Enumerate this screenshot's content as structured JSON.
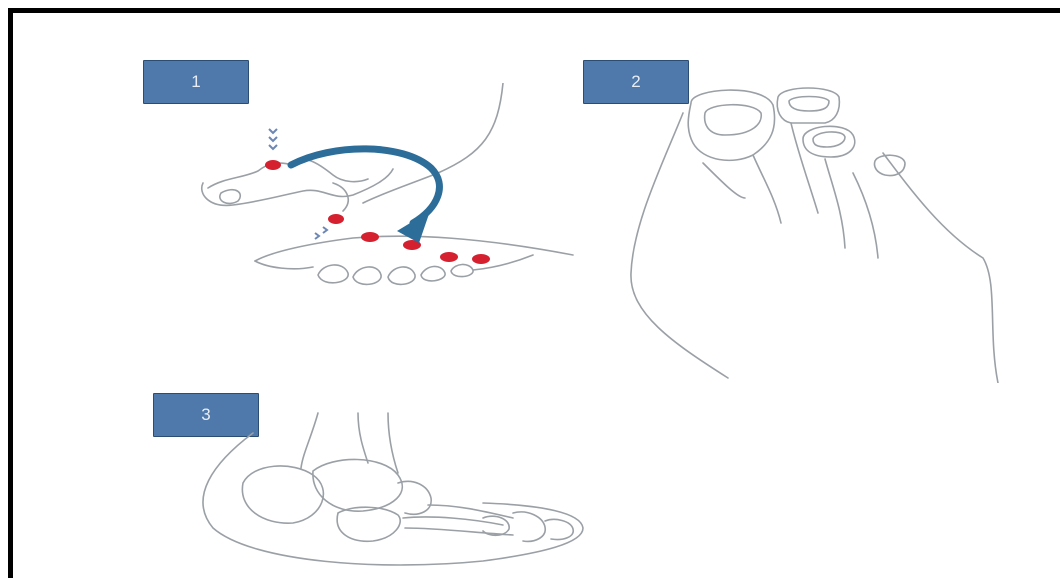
{
  "colors": {
    "badge_fill": "#4f78ab",
    "badge_border": "#2b4d74",
    "badge_text": "#e9eef5",
    "sketch_line": "#9aa0a6",
    "pressure_dot": "#d4202f",
    "arrow": "#2c6d9a",
    "chevron": "#6d87b4",
    "frame": "#000000"
  },
  "panels": [
    {
      "label": "1",
      "icon": "foot-massage-sequence-illustration"
    },
    {
      "label": "2",
      "icon": "toes-top-view-illustration"
    },
    {
      "label": "3",
      "icon": "foot-skeleton-illustration"
    }
  ]
}
